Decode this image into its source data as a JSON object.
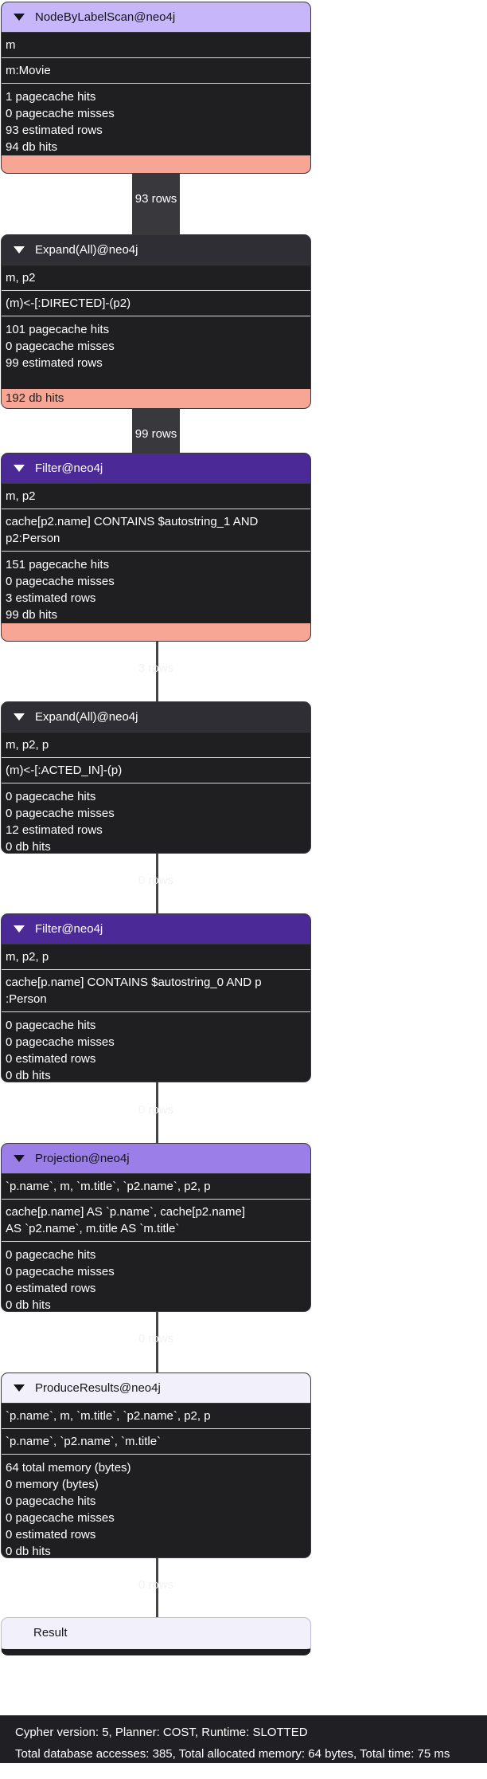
{
  "colors": {
    "node_scan": "#c8b6fa",
    "node_expand": "#2e2e34",
    "node_filter": "#4b2996",
    "node_projection": "#9b7ee8",
    "node_produce": "#f2f0fb",
    "db_hits_warning": "#f7a594"
  },
  "icons": {
    "collapse": "caret-down-icon"
  },
  "nodes": [
    {
      "title": "NodeByLabelScan@neo4j",
      "identifiers": "m",
      "details": "m:Movie",
      "stats": [
        "1 pagecache hits",
        "0 pagecache misses",
        "93 estimated rows",
        "94 db hits"
      ],
      "footer": ""
    },
    {
      "title": "Expand(All)@neo4j",
      "identifiers": "m, p2",
      "details": "(m)<-[:DIRECTED]-(p2)",
      "stats": [
        "101 pagecache hits",
        "0 pagecache misses",
        "99 estimated rows"
      ],
      "footer": "192 db hits"
    },
    {
      "title": "Filter@neo4j",
      "identifiers": "m, p2",
      "details": "cache[p2.name] CONTAINS $autostring_1 AND\np2:Person",
      "stats": [
        "151 pagecache hits",
        "0 pagecache misses",
        "3 estimated rows",
        "99 db hits"
      ],
      "footer": ""
    },
    {
      "title": "Expand(All)@neo4j",
      "identifiers": "m, p2, p",
      "details": "(m)<-[:ACTED_IN]-(p)",
      "stats": [
        "0 pagecache hits",
        "0 pagecache misses",
        "12 estimated rows",
        "0 db hits"
      ]
    },
    {
      "title": "Filter@neo4j",
      "identifiers": "m, p2, p",
      "details": "cache[p.name] CONTAINS $autostring_0 AND p\n:Person",
      "stats": [
        "0 pagecache hits",
        "0 pagecache misses",
        "0 estimated rows",
        "0 db hits"
      ]
    },
    {
      "title": "Projection@neo4j",
      "identifiers": "`p.name`, m, `m.title`, `p2.name`, p2, p",
      "details": "cache[p.name] AS `p.name`, cache[p2.name]\nAS `p2.name`, m.title AS `m.title`",
      "stats": [
        "0 pagecache hits",
        "0 pagecache misses",
        "0 estimated rows",
        "0 db hits"
      ]
    },
    {
      "title": "ProduceResults@neo4j",
      "identifiers": "`p.name`, m, `m.title`, `p2.name`, p2, p",
      "details": "`p.name`, `p2.name`, `m.title`",
      "stats": [
        "64 total memory (bytes)",
        "0 memory (bytes)",
        "0 pagecache hits",
        "0 pagecache misses",
        "0 estimated rows",
        "0 db hits"
      ]
    }
  ],
  "connectors": [
    {
      "label": "93 rows"
    },
    {
      "label": "99 rows"
    },
    {
      "label": "3 rows"
    },
    {
      "label": "0 rows"
    },
    {
      "label": "0 rows"
    },
    {
      "label": "0 rows"
    },
    {
      "label": "0 rows"
    }
  ],
  "result": {
    "label": "Result"
  },
  "summary": {
    "line1": "Cypher version: 5, Planner: COST, Runtime: SLOTTED",
    "line2": "Total database accesses: 385, Total allocated memory: 64 bytes, Total time: 75 ms"
  }
}
